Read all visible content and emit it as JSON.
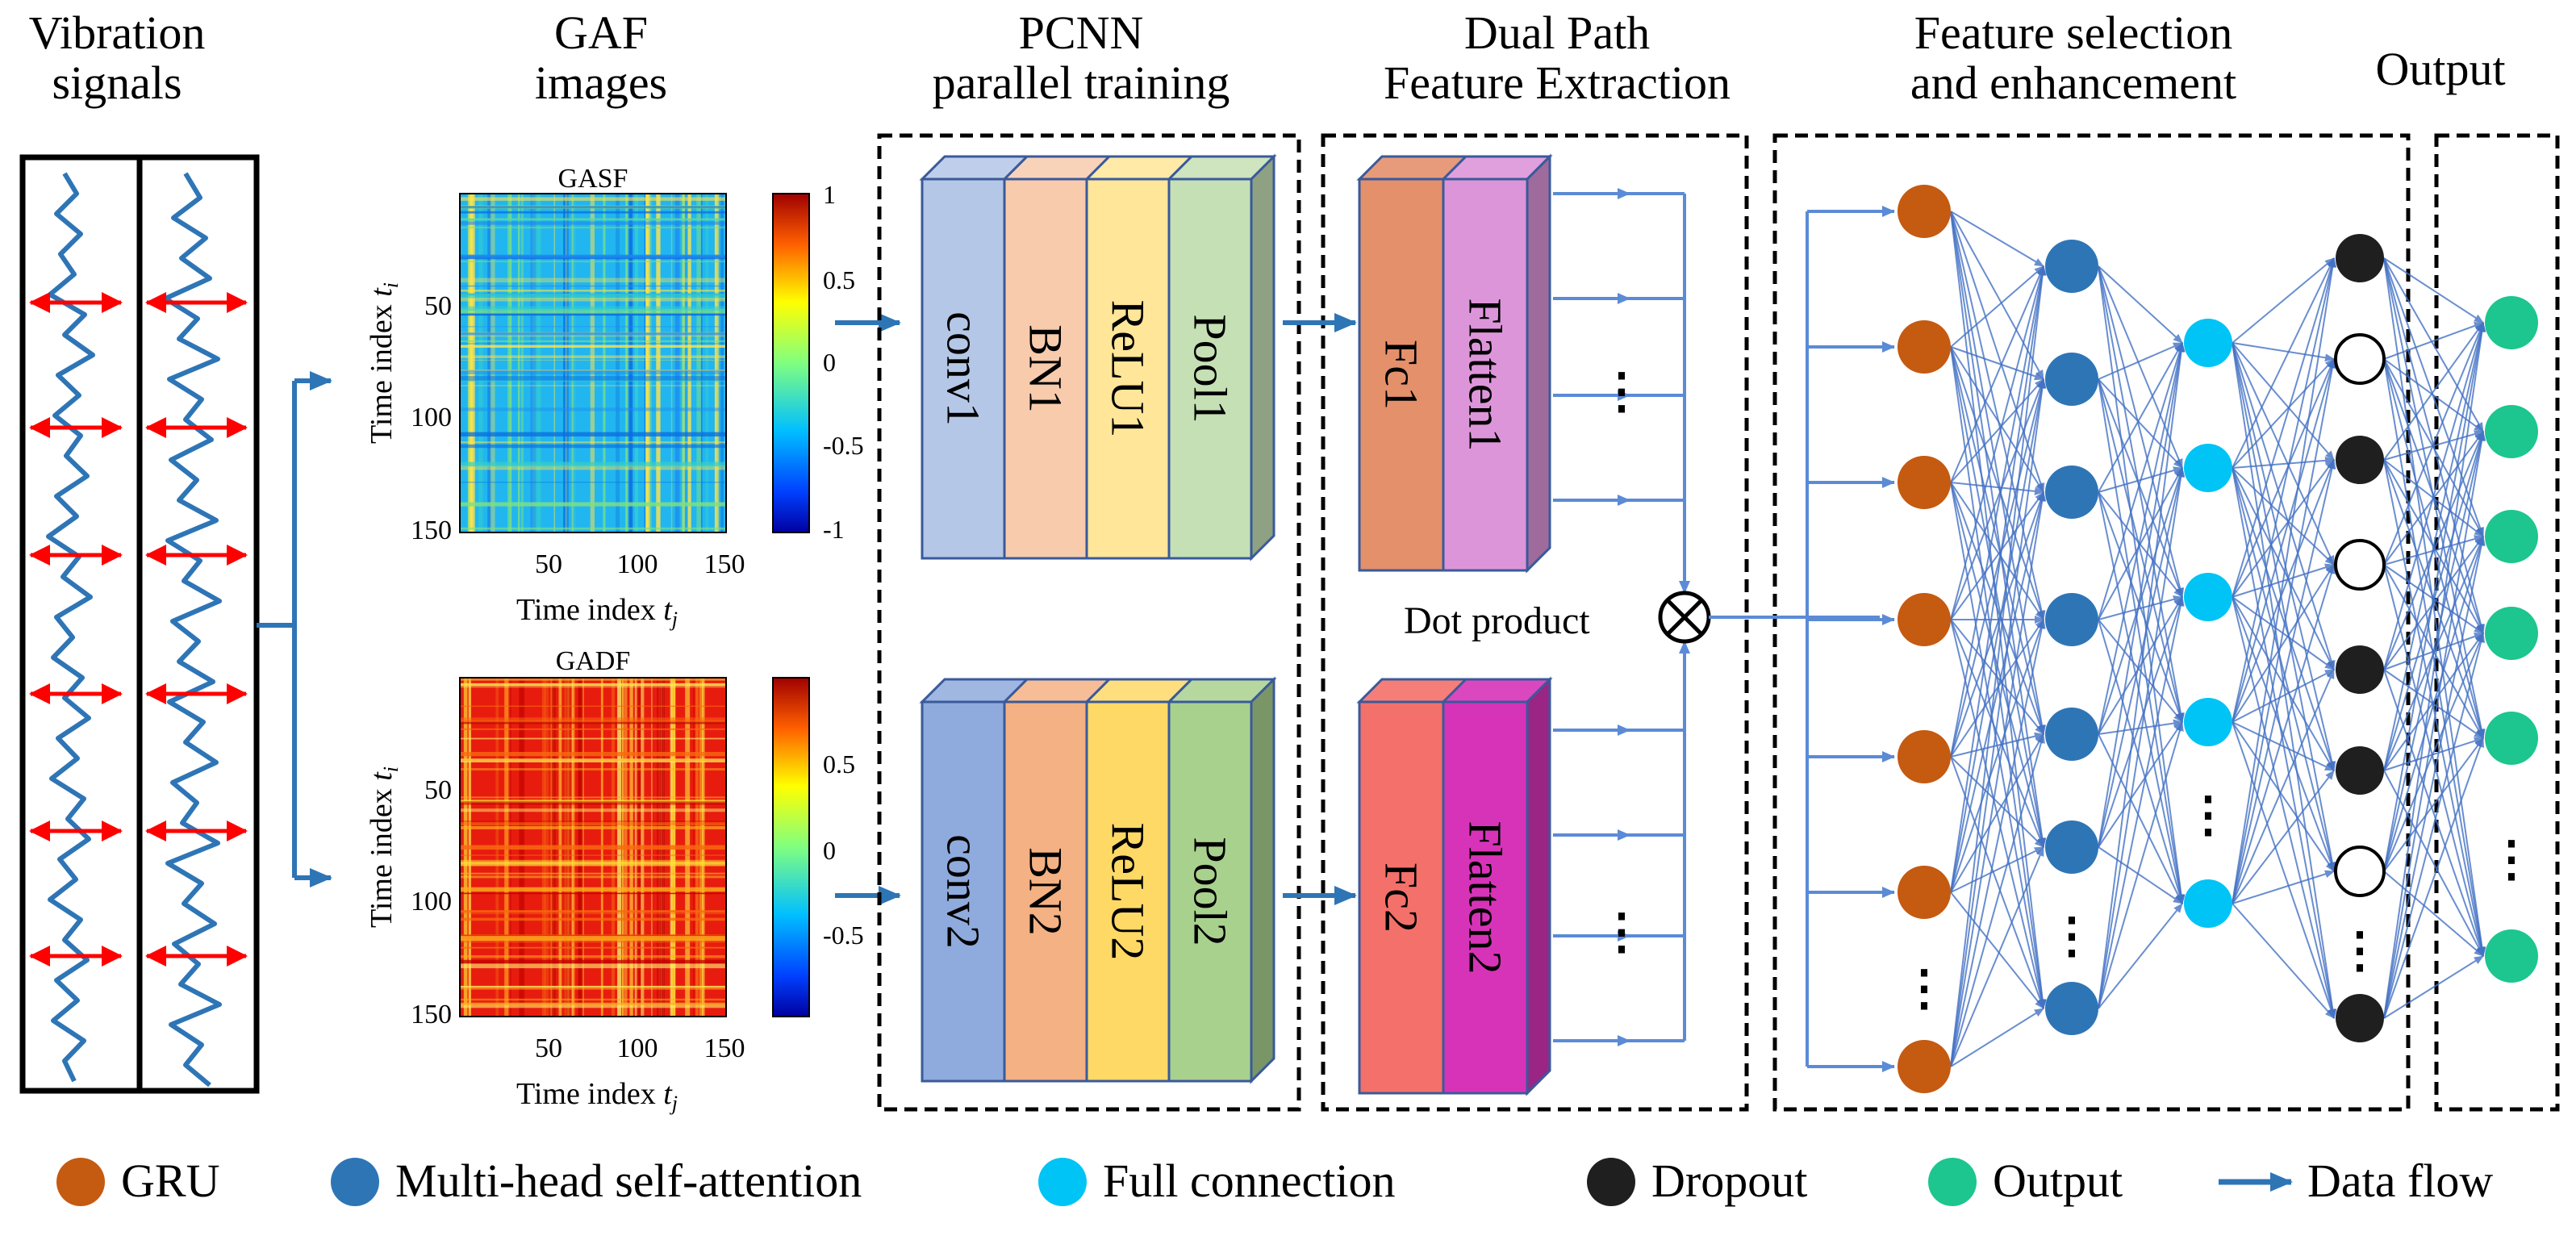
{
  "sections": {
    "vibration": {
      "line1": "Vibration",
      "line2": "signals"
    },
    "gaf": {
      "line1": "GAF",
      "line2": "images"
    },
    "pcnn": {
      "line1": "PCNN",
      "line2": "parallel training"
    },
    "dualpath": {
      "line1": "Dual Path",
      "line2": "Feature Extraction"
    },
    "feature": {
      "line1": "Feature selection",
      "line2": "and enhancement"
    },
    "output": {
      "line1": "Output"
    }
  },
  "gaf": {
    "ylabel_main": "Time index ",
    "ylabel_var": "t",
    "ylabel_sub": "i",
    "xlabel_main": "Time index ",
    "xlabel_var": "t",
    "xlabel_sub": "j",
    "gasf": {
      "title": "GASF",
      "yticks": [
        "50",
        "100",
        "150"
      ],
      "xticks": [
        "50",
        "100",
        "150"
      ],
      "cbar_ticks": [
        "1",
        "0.5",
        "0",
        "-0.5",
        "-1"
      ]
    },
    "gadf": {
      "title": "GADF",
      "yticks": [
        "50",
        "100",
        "150"
      ],
      "xticks": [
        "50",
        "100",
        "150"
      ],
      "cbar_ticks": [
        "0.5",
        "0",
        "-0.5"
      ]
    }
  },
  "pcnn": {
    "branch1": [
      {
        "label": "conv1",
        "color": "#B4C7E7"
      },
      {
        "label": "BN1",
        "color": "#F8CBAD"
      },
      {
        "label": "ReLU1",
        "color": "#FFE699"
      },
      {
        "label": "Pool1",
        "color": "#C5E0B4"
      }
    ],
    "branch2": [
      {
        "label": "conv2",
        "color": "#8FAADC"
      },
      {
        "label": "BN2",
        "color": "#F4B183"
      },
      {
        "label": "ReLU2",
        "color": "#FFD966"
      },
      {
        "label": "Pool2",
        "color": "#A9D18E"
      }
    ]
  },
  "dualpath": {
    "branch1": [
      {
        "label": "Fc1",
        "color": "#E4906B"
      },
      {
        "label": "Flatten1",
        "color": "#DD95D9"
      }
    ],
    "branch2": [
      {
        "label": "Fc2",
        "color": "#F4706A"
      },
      {
        "label": "Flatten2",
        "color": "#D733B8"
      }
    ],
    "ellipsis": "⋮"
  },
  "dot_product_label": "Dot product",
  "network": {
    "colors": {
      "gru": "#C55A11",
      "attention": "#2E75B6",
      "full_connection": "#00C4F5",
      "dropout": "#1F1F1F",
      "output": "#1CC68E",
      "edge": "#4472C4"
    },
    "ellipsis": "⋮"
  },
  "legend": [
    {
      "label": "GRU",
      "color": "#C55A11"
    },
    {
      "label": "Multi-head self-attention",
      "color": "#2E75B6"
    },
    {
      "label": "Full connection",
      "color": "#00C4F5"
    },
    {
      "label": "Dropout",
      "color": "#1F1F1F"
    },
    {
      "label": "Output",
      "color": "#1CC68E"
    },
    {
      "label": "Data flow",
      "color": "#2E75B6"
    }
  ]
}
